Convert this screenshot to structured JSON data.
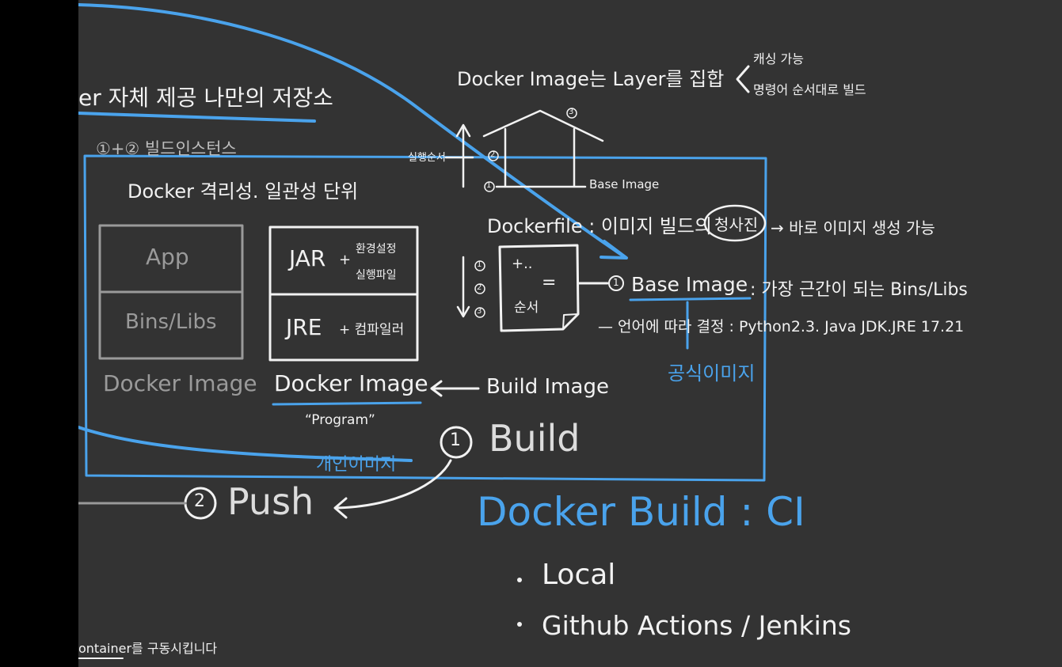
{
  "board": {
    "storage_title": "er 자체 제공 나만의 저장소",
    "build_instance": "①+② 빌드인스턴스",
    "docker_unit": "Docker 격리성. 일관성 단위",
    "left_stack": {
      "app": "App",
      "bins": "Bins/Libs",
      "caption": "Docker Image"
    },
    "right_stack": {
      "jar": "JAR",
      "jar_note_1": "환경설정",
      "jar_note_2": "실행파일",
      "jre": "JRE",
      "jre_note": "+ 컴파일러",
      "caption": "Docker Image",
      "program": "“Program”",
      "personal_image": "개인이미지"
    },
    "build_image": "Build Image",
    "build_step": {
      "number": "1",
      "label": "Build"
    },
    "push_step": {
      "number": "2",
      "label": "Push"
    },
    "layers_title": "Docker Image는 Layer를 집합",
    "layers_notes": [
      "캐싱 가능",
      "명령어 순서대로 빌드"
    ],
    "layer_axis_label": "실행순서",
    "house_marks": {
      "top": "3",
      "mid": "2",
      "bottom": "1"
    },
    "house_base_label": "Base Image",
    "dockerfile_line": {
      "label": "Dockerfile : 이미지 빌드의",
      "circled": "청사진",
      "tail": "→ 바로 이미지 생성 가능"
    },
    "note_marks": [
      "1",
      "2",
      "3"
    ],
    "note_content": {
      "line1": "+..",
      "line2": "=",
      "line3": "순서"
    },
    "base_image_line": {
      "num": "1",
      "label": "Base Image",
      "desc": ": 가장 근간이 되는 Bins/Libs"
    },
    "lang_line": "— 언어에 따라 결정 : Python2.3. Java JDK.JRE 17.21",
    "official_image": "공식이미지",
    "ci_title": "Docker Build : CI",
    "ci_items": [
      "Local",
      "Github Actions / Jenkins"
    ],
    "footer": "ontainer를 구동시킵니다"
  },
  "colors": {
    "board": "#333333",
    "chalk": "#f2f2f2",
    "gray": "#9a9a9a",
    "blue": "#4aa3ec"
  }
}
